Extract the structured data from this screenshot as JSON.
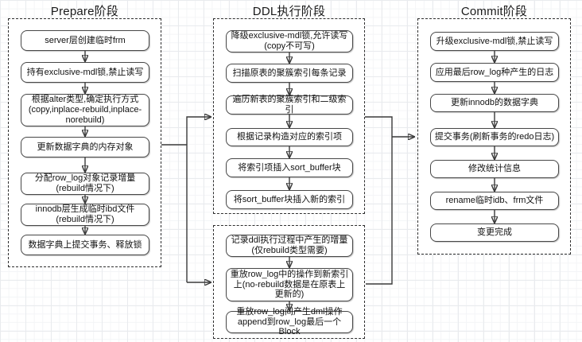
{
  "theme": {
    "line_color": "#3a3a3a",
    "node_border_color": "#474747",
    "node_fill": "#ffffff",
    "grid_line_color": "#e9ebee",
    "background": "#ffffff"
  },
  "phases": {
    "prepare": {
      "title": "Prepare阶段",
      "steps": [
        "server层创建临时frm",
        "持有exclusive-mdl锁,禁止读写",
        "根据alter类型,确定执行方式(copy,inplace-rebuild,inplace-norebuild)",
        "更新数据字典的内存对象",
        "分配row_log对象记录增量(rebuild情况下)",
        "innodb层生成临时ibd文件(rebuild情况下)",
        "数据字典上提交事务、释放锁"
      ]
    },
    "ddl": {
      "title": "DDL执行阶段",
      "scan_steps": [
        "降级exclusive-mdl锁,允许读写(copy不可写)",
        "扫描原表的聚簇索引每条记录",
        "遍历新表的聚簇索引和二级索引",
        "根据记录构造对应的索引项",
        "将索引项插入sort_buffer块",
        "将sort_buffer块插入新的索引"
      ],
      "row_log_steps": [
        "记录ddl执行过程中产生的增量(仅rebuild类型需要)",
        "重放row_log中的操作到新索引上(no-rebuild数据是在原表上更新的)",
        "重放row_log间产生dml操作append到row_log最后一个Block"
      ]
    },
    "commit": {
      "title": "Commit阶段",
      "steps": [
        "升级exclusive-mdl锁,禁止读写",
        "应用最后row_log种产生的日志",
        "更新innodb的数据字典",
        "提交事务(刷新事务的redo日志)",
        "修改统计信息",
        "rename临时idb、frm文件",
        "变更完成"
      ]
    }
  }
}
